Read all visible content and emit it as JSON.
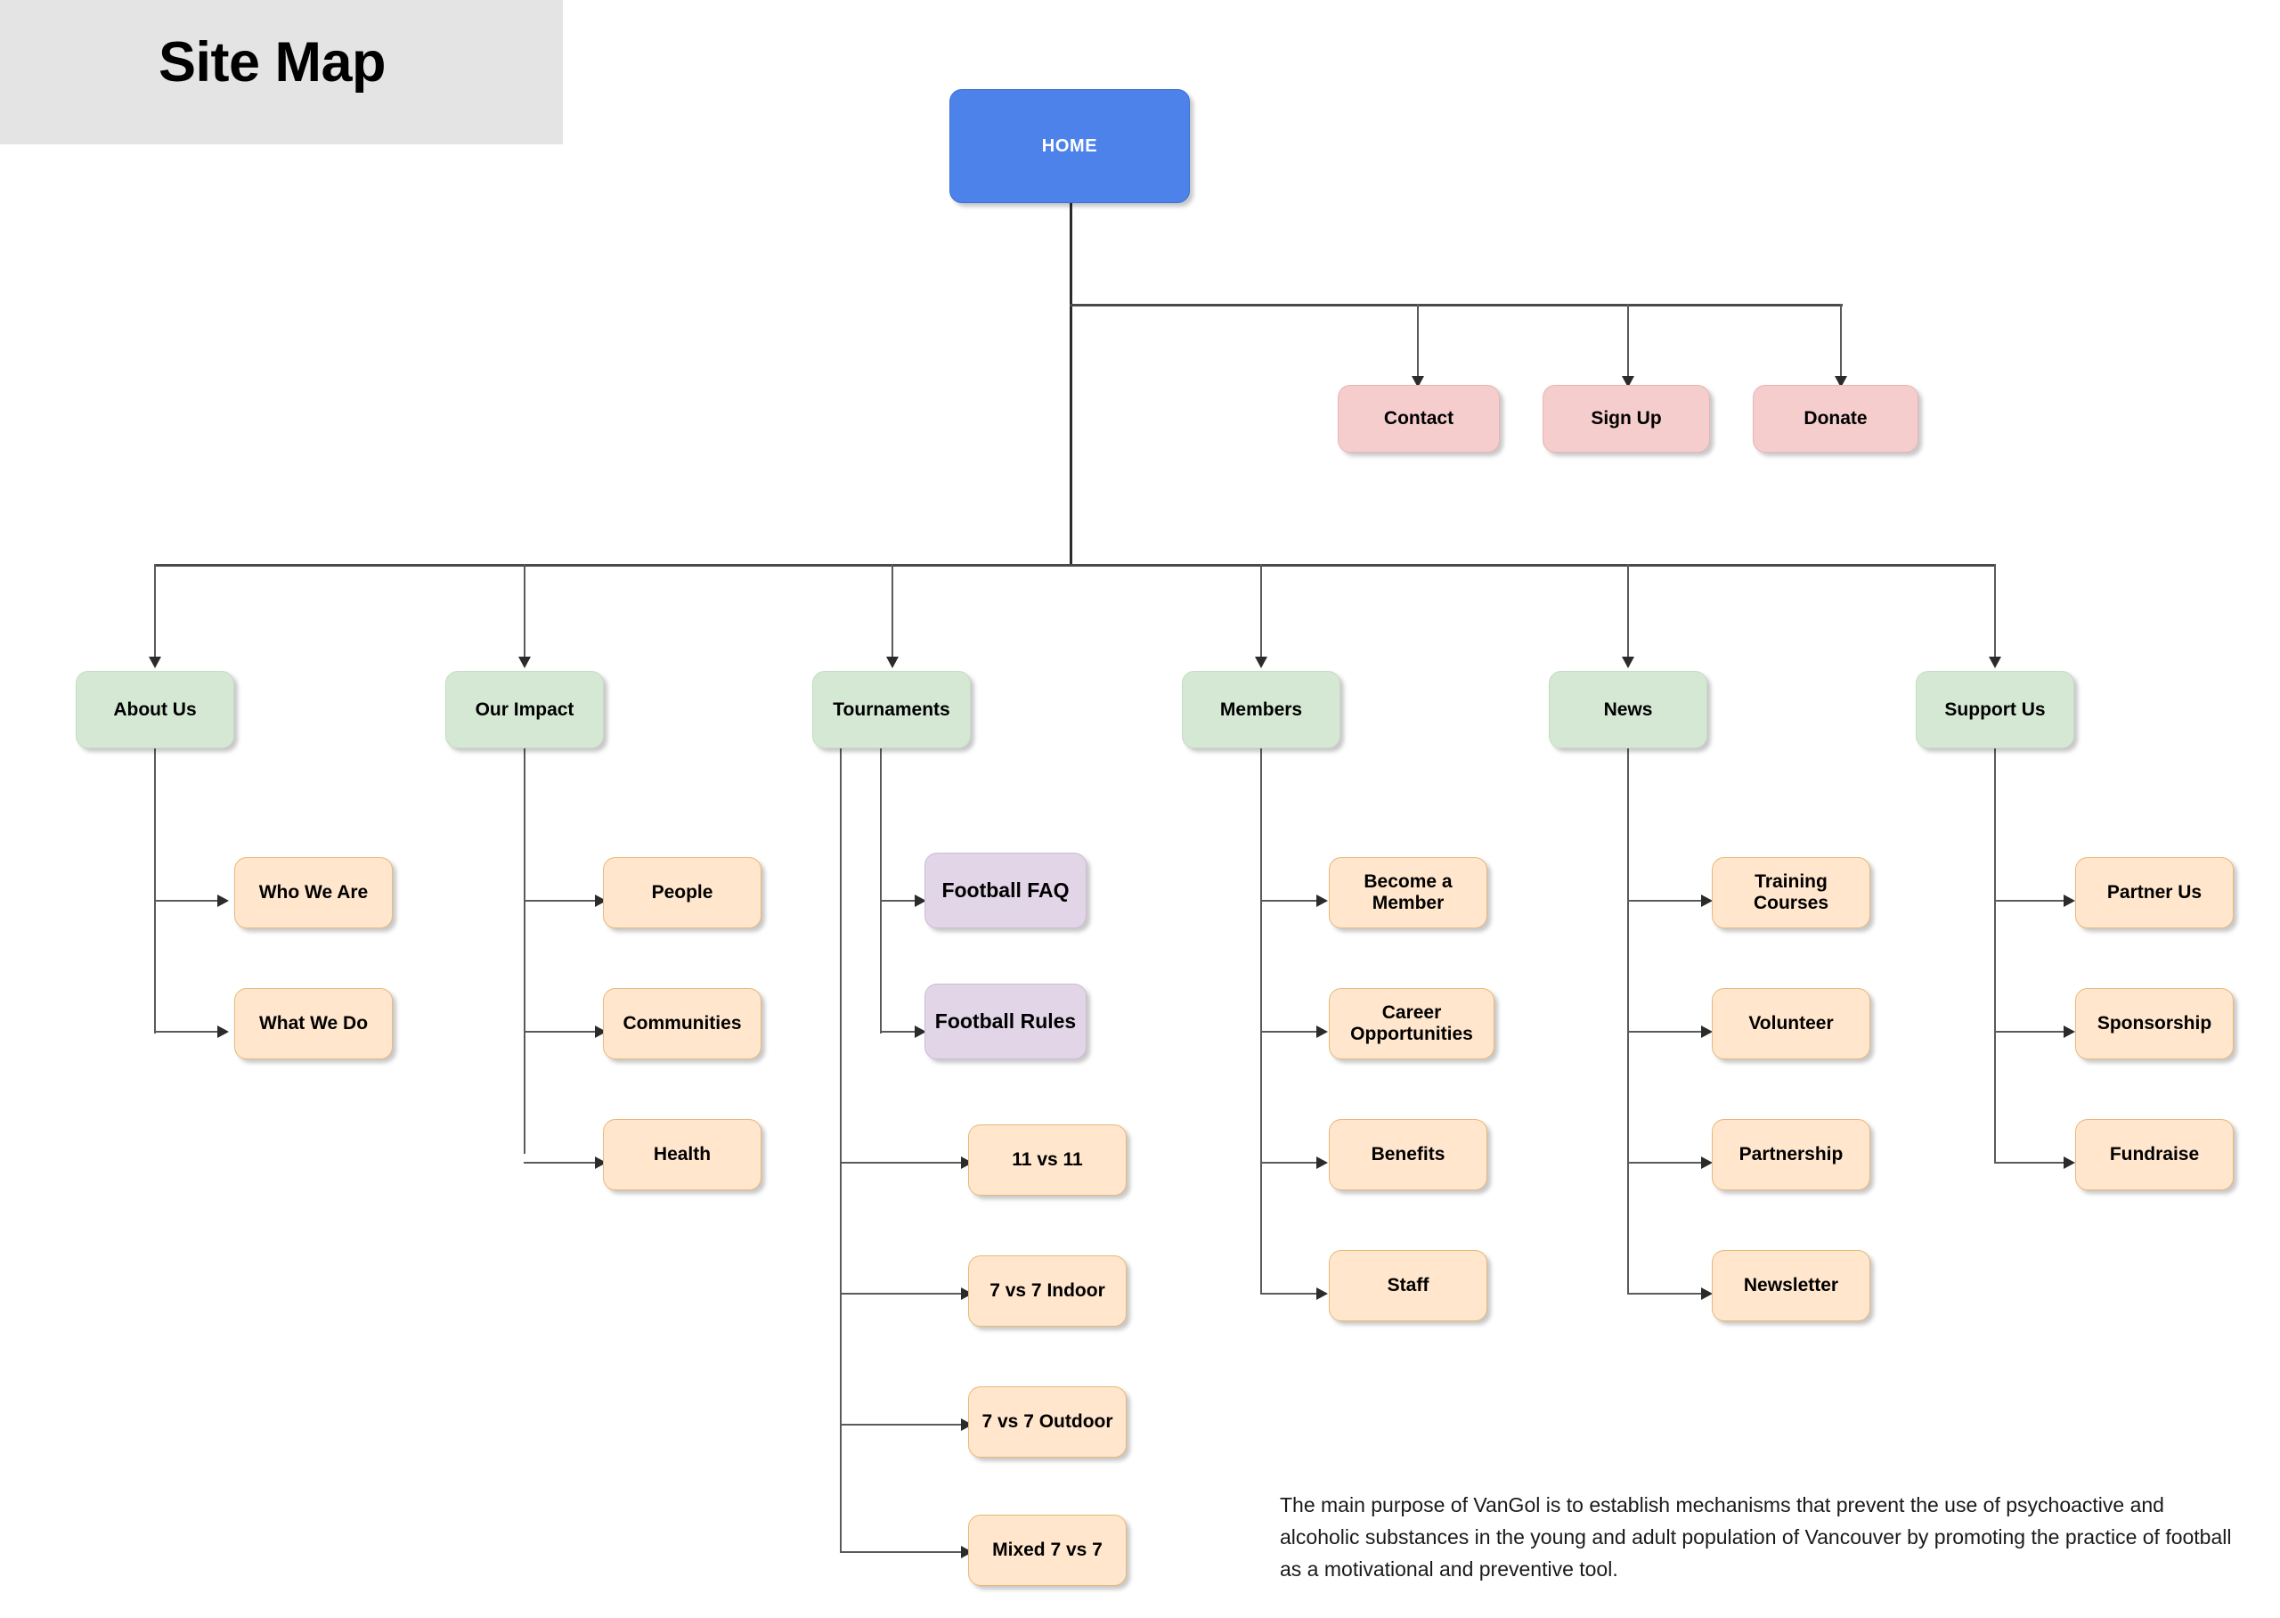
{
  "page": {
    "title": "Site Map",
    "footnote": "The main purpose of VanGol is to establish mechanisms that prevent the use of psychoactive and alcoholic substances in the young and adult population of Vancouver by promoting the practice of football as a motivational and preventive tool."
  },
  "colors": {
    "home": "#4d82eb",
    "home_text": "#ffffff",
    "utility": "#f6cdcd",
    "section": "#d5e8d4",
    "page_leaf": "#ffe6cc",
    "rules_leaf": "#e1d5e7",
    "connector": "#5a5a5a",
    "title_band": "#e4e4e4"
  },
  "root": {
    "label": "HOME"
  },
  "utility_nodes": [
    {
      "label": "Contact"
    },
    {
      "label": "Sign Up"
    },
    {
      "label": "Donate"
    }
  ],
  "sections": [
    {
      "label": "About Us",
      "children": [
        {
          "label": "Who We Are",
          "type": "page"
        },
        {
          "label": "What We Do",
          "type": "page"
        }
      ]
    },
    {
      "label": "Our  Impact",
      "children": [
        {
          "label": "People",
          "type": "page"
        },
        {
          "label": "Communities",
          "type": "page"
        },
        {
          "label": "Health",
          "type": "page"
        }
      ]
    },
    {
      "label": "Tournaments",
      "children": [
        {
          "label": "Football FAQ",
          "type": "rules"
        },
        {
          "label": "Football Rules",
          "type": "rules"
        },
        {
          "label": "11 vs 11",
          "type": "page"
        },
        {
          "label": "7 vs 7 Indoor",
          "type": "page"
        },
        {
          "label": "7 vs 7 Outdoor",
          "type": "page"
        },
        {
          "label": "Mixed 7 vs 7",
          "type": "page"
        }
      ]
    },
    {
      "label": "Members",
      "children": [
        {
          "label": "Become a Member",
          "type": "page"
        },
        {
          "label": "Career Opportunities",
          "type": "page"
        },
        {
          "label": "Benefits",
          "type": "page"
        },
        {
          "label": "Staff",
          "type": "page"
        }
      ]
    },
    {
      "label": "News",
      "children": [
        {
          "label": "Training Courses",
          "type": "page"
        },
        {
          "label": "Volunteer",
          "type": "page"
        },
        {
          "label": "Partnership",
          "type": "page"
        },
        {
          "label": "Newsletter",
          "type": "page"
        }
      ]
    },
    {
      "label": "Support Us",
      "children": [
        {
          "label": "Partner Us",
          "type": "page"
        },
        {
          "label": "Sponsorship",
          "type": "page"
        },
        {
          "label": "Fundraise",
          "type": "page"
        }
      ]
    }
  ]
}
